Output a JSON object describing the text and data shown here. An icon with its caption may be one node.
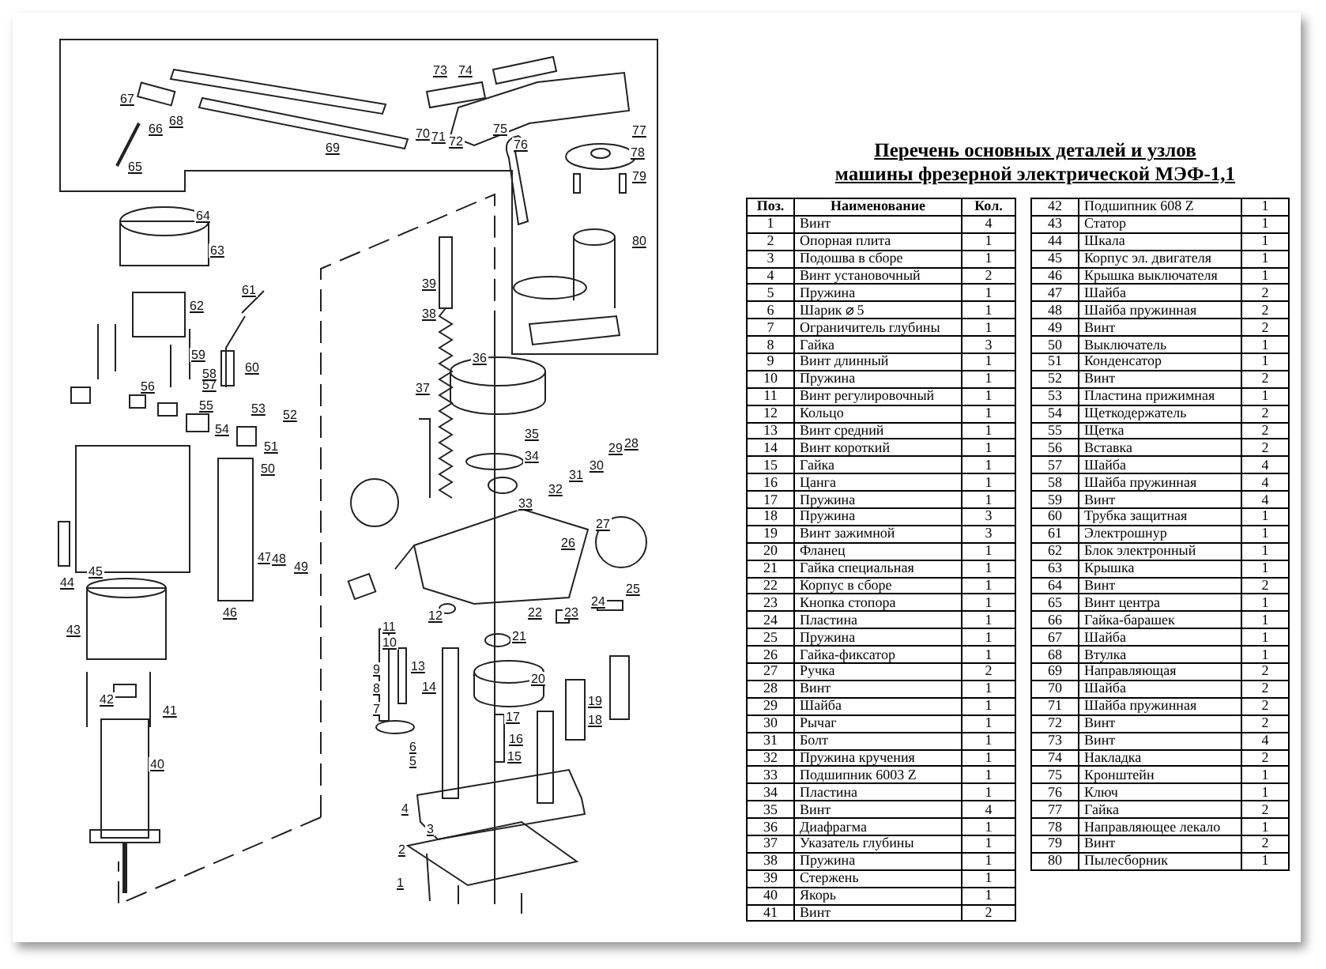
{
  "diagram": {
    "title": "Перечень основных деталей и узлов машины фрезерной электрической МЭФ-1,1",
    "labels": [
      "1",
      "2",
      "3",
      "4",
      "5",
      "6",
      "7",
      "8",
      "9",
      "10",
      "11",
      "12",
      "13",
      "14",
      "15",
      "16",
      "17",
      "18",
      "19",
      "20",
      "21",
      "22",
      "23",
      "24",
      "25",
      "26",
      "27",
      "28",
      "29",
      "30",
      "31",
      "32",
      "33",
      "34",
      "35",
      "36",
      "37",
      "38",
      "39",
      "40",
      "41",
      "42",
      "43",
      "44",
      "45",
      "46",
      "47",
      "48",
      "49",
      "50",
      "51",
      "52",
      "53",
      "54",
      "55",
      "56",
      "57",
      "58",
      "59",
      "60",
      "61",
      "62",
      "63",
      "64",
      "65",
      "66",
      "67",
      "68",
      "69",
      "70",
      "71",
      "72",
      "73",
      "74",
      "75",
      "76",
      "77",
      "78",
      "79",
      "80",
      "Поз.",
      "Наименование",
      "Кол.",
      "1",
      "Винт",
      "4",
      "2",
      "Опорная плита",
      "1",
      "3",
      "Подошва в сборе",
      "1",
      "4",
      "Винт установочный",
      "2",
      "5",
      "Пружина",
      "1",
      "6",
      "Шарик ⌀ 5",
      "1",
      "7",
      "Ограничитель глубины",
      "1",
      "8",
      "Гайка",
      "3",
      "9",
      "Винт длинный",
      "1",
      "10",
      "Пружина",
      "1",
      "11",
      "Винт регулировочный",
      "1",
      "12",
      "Кольцо",
      "1",
      "13",
      "Винт средний",
      "1",
      "14",
      "Винт короткий",
      "1",
      "15",
      "Гайка",
      "1",
      "16",
      "Цанга",
      "1",
      "17",
      "Пружина",
      "1",
      "18",
      "Пружина",
      "3",
      "19",
      "Винт зажимной",
      "3",
      "20",
      "Фланец",
      "1",
      "21",
      "Гайка специальная",
      "1",
      "22",
      "Корпус в сборе",
      "1",
      "23",
      "Кнопка стопора",
      "1",
      "24",
      "Пластина",
      "1",
      "25",
      "Пружина",
      "1",
      "26",
      "Гайка-фиксатор",
      "1",
      "27",
      "Ручка",
      "2",
      "28",
      "Винт",
      "1",
      "29",
      "Шайба",
      "1",
      "30",
      "Рычаг",
      "1",
      "31",
      "Болт",
      "1",
      "32",
      "Пружина кручения",
      "1",
      "33",
      "Подшипник 6003 Z",
      "1",
      "34",
      "Пластина",
      "1",
      "35",
      "Винт",
      "4",
      "36",
      "Диафрагма",
      "1",
      "37",
      "Указатель глубины",
      "1",
      "38",
      "Пружина",
      "1",
      "39",
      "Стержень",
      "1",
      "40",
      "Якорь",
      "1",
      "41",
      "Винт",
      "2",
      "42",
      "Подшипник 608 Z",
      "1",
      "43",
      "Статор",
      "1",
      "44",
      "Шкала",
      "1",
      "45",
      "Корпус эл. двигателя",
      "1",
      "46",
      "Крышка выключателя",
      "1",
      "47",
      "Шайба",
      "2",
      "48",
      "Шайба пружинная",
      "2",
      "49",
      "Винт",
      "2",
      "50",
      "Выключатель",
      "1",
      "51",
      "Конденсатор",
      "1",
      "52",
      "Винт",
      "2",
      "53",
      "Пластина прижимная",
      "1",
      "54",
      "Щеткодержатель",
      "2",
      "55",
      "Щетка",
      "2",
      "56",
      "Вставка",
      "2",
      "57",
      "Шайба",
      "4",
      "58",
      "Шайба пружинная",
      "4",
      "59",
      "Винт",
      "4",
      "60",
      "Трубка защитная",
      "1",
      "61",
      "Электрошнур",
      "1",
      "62",
      "Блок электронный",
      "1",
      "63",
      "Крышка",
      "1",
      "64",
      "Винт",
      "2",
      "65",
      "Винт центра",
      "1",
      "66",
      "Гайка-барашек",
      "1",
      "67",
      "Шайба",
      "1",
      "68",
      "Втулка",
      "1",
      "69",
      "Направляющая",
      "2",
      "70",
      "Шайба",
      "2",
      "71",
      "Шайба пружинная",
      "2",
      "72",
      "Винт",
      "2",
      "73",
      "Винт",
      "4",
      "74",
      "Накладка",
      "2",
      "75",
      "Кронштейн",
      "1",
      "76",
      "Ключ",
      "1",
      "77",
      "Гайка",
      "2",
      "78",
      "Направляющее лекало",
      "1",
      "79",
      "Винт",
      "2",
      "80",
      "Пылесборник",
      "1"
    ]
  }
}
